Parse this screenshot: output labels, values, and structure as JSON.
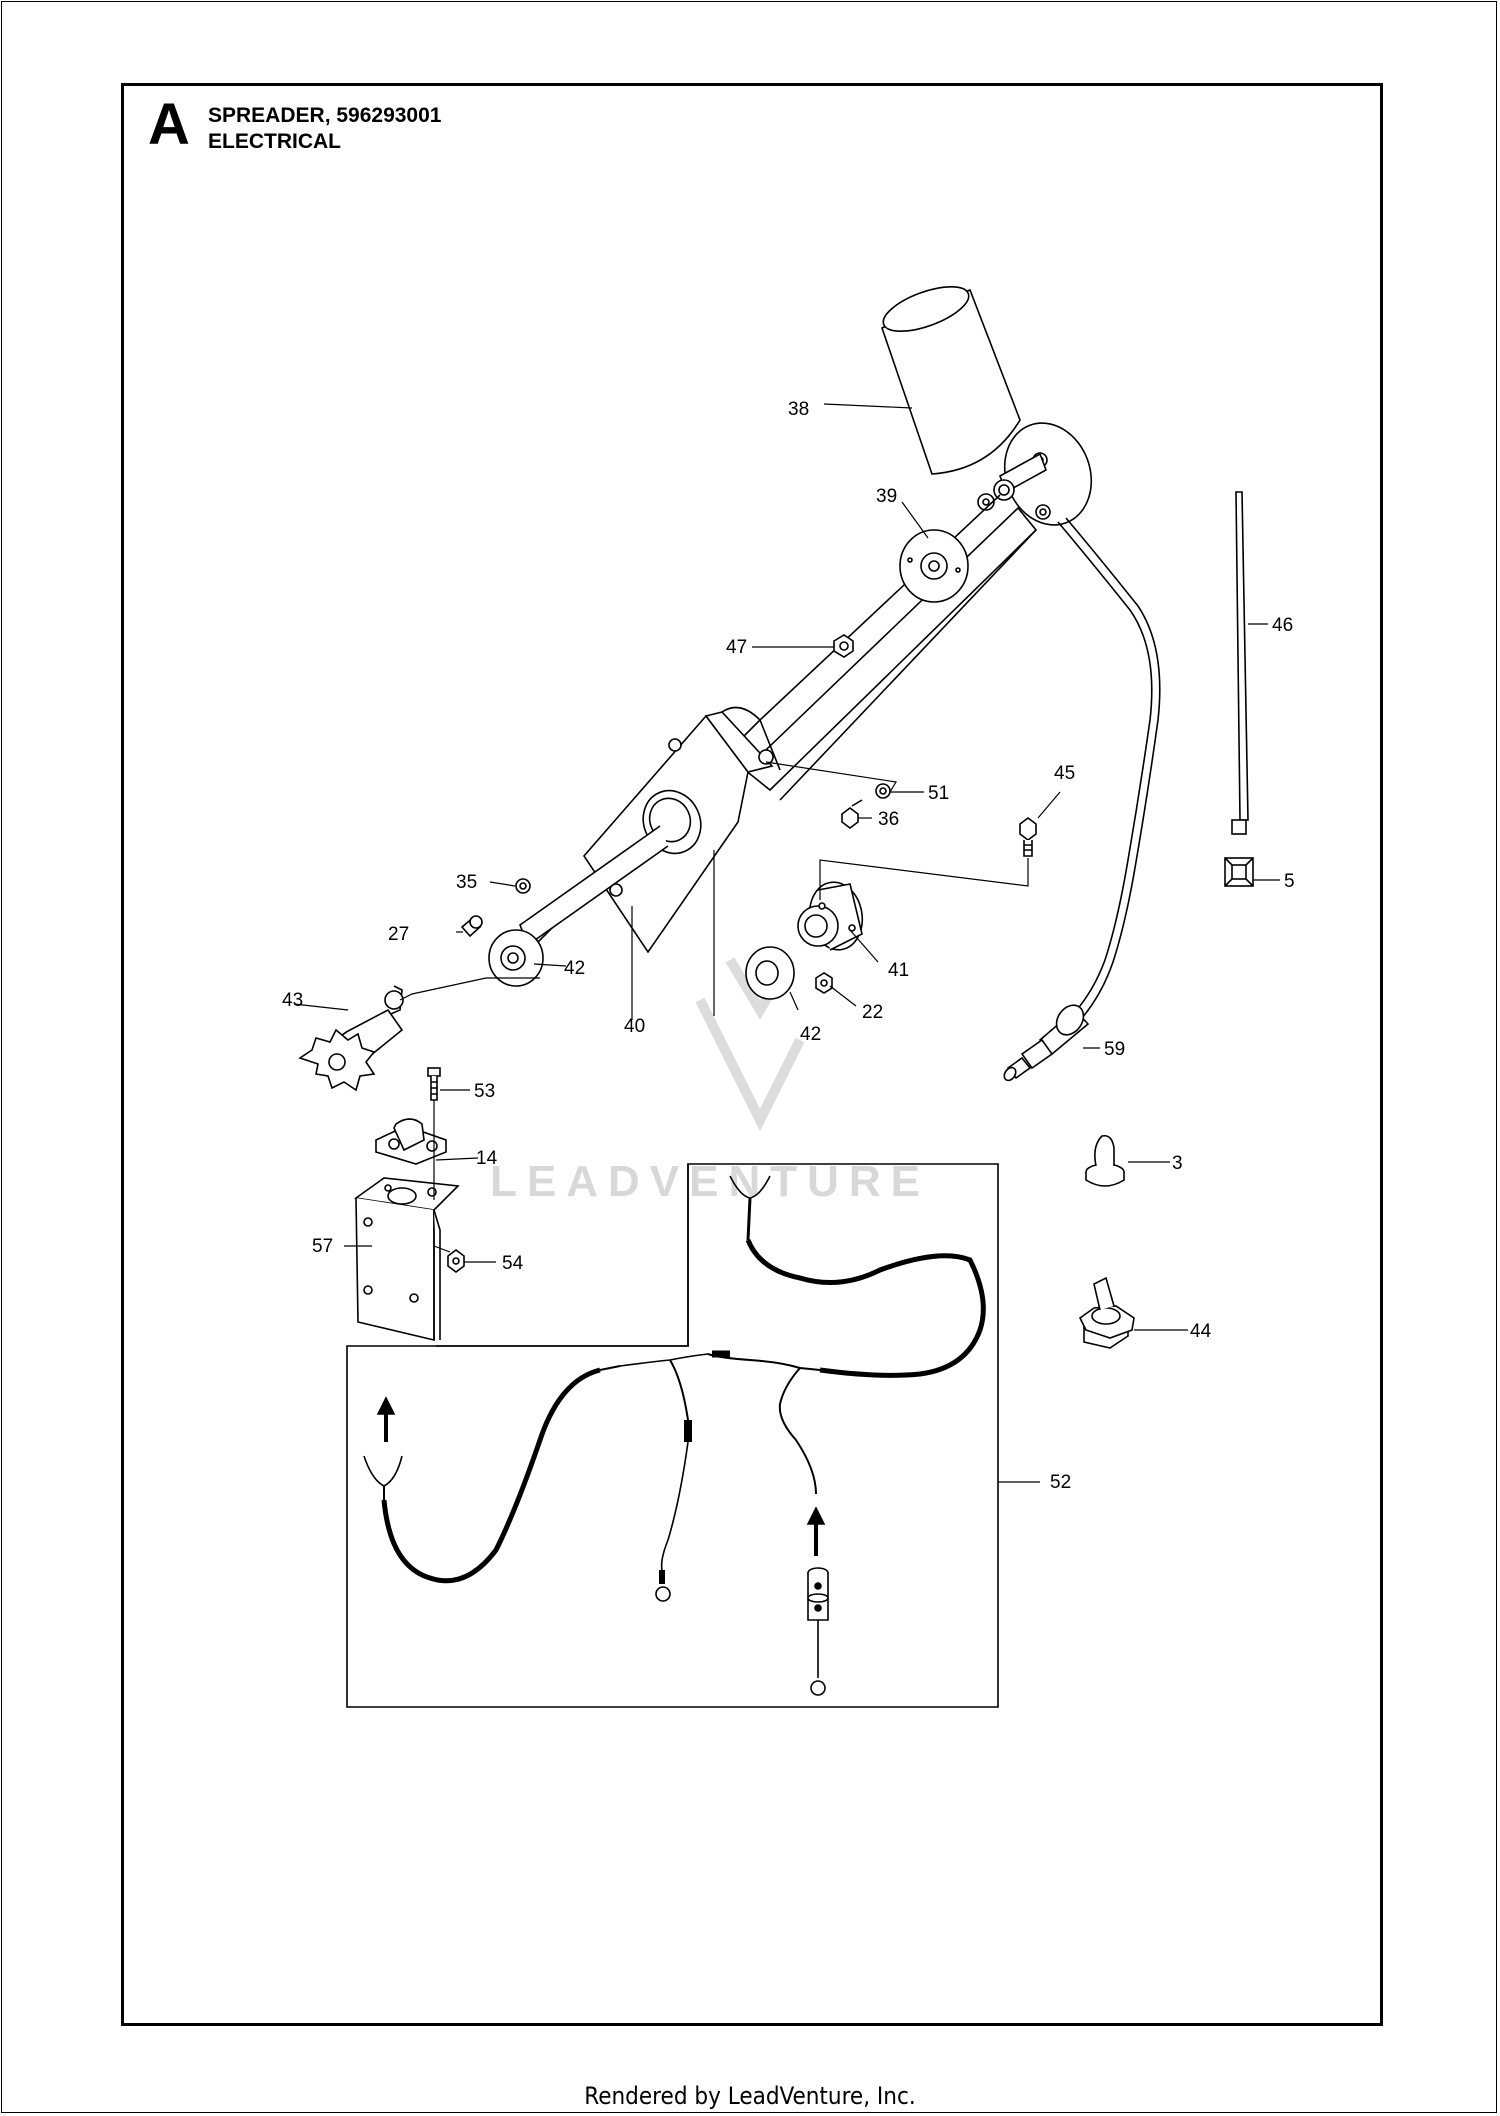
{
  "header": {
    "section_letter": "A",
    "title_line1": "SPREADER, 596293001",
    "title_line2": "ELECTRICAL"
  },
  "watermark": "LEADVENTURE",
  "footer": "Rendered by LeadVenture, Inc.",
  "callouts": {
    "c38": "38",
    "c39": "39",
    "c46": "46",
    "c47": "47",
    "c51": "51",
    "c36": "36",
    "c45": "45",
    "c5": "5",
    "c35": "35",
    "c27": "27",
    "c42a": "42",
    "c41": "41",
    "c43": "43",
    "c40": "40",
    "c42b": "42",
    "c22": "22",
    "c59": "59",
    "c53": "53",
    "c14": "14",
    "c3": "3",
    "c57": "57",
    "c54": "54",
    "c44": "44",
    "c52": "52"
  }
}
